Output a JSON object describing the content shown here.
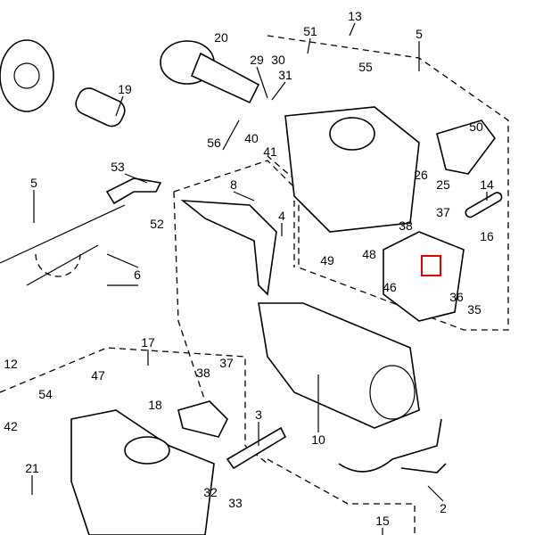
{
  "diagram": {
    "title_hidden": false,
    "highlight_color": "#e00000",
    "callouts": [
      {
        "id": "c13",
        "text": "13"
      },
      {
        "id": "c51",
        "text": "51"
      },
      {
        "id": "c5a",
        "text": "5"
      },
      {
        "id": "c20",
        "text": "20"
      },
      {
        "id": "c29",
        "text": "29"
      },
      {
        "id": "c30",
        "text": "30"
      },
      {
        "id": "c31",
        "text": "31"
      },
      {
        "id": "c55",
        "text": "55"
      },
      {
        "id": "c19",
        "text": "19"
      },
      {
        "id": "c56",
        "text": "56"
      },
      {
        "id": "c40",
        "text": "40"
      },
      {
        "id": "c41",
        "text": "41"
      },
      {
        "id": "c50",
        "text": "50"
      },
      {
        "id": "c53",
        "text": "53"
      },
      {
        "id": "c26",
        "text": "26"
      },
      {
        "id": "c25",
        "text": "25"
      },
      {
        "id": "c14",
        "text": "14"
      },
      {
        "id": "c5b",
        "text": "5"
      },
      {
        "id": "c8",
        "text": "8"
      },
      {
        "id": "c4",
        "text": "4"
      },
      {
        "id": "c37a",
        "text": "37"
      },
      {
        "id": "c52",
        "text": "52"
      },
      {
        "id": "c38a",
        "text": "38"
      },
      {
        "id": "c16",
        "text": "16"
      },
      {
        "id": "c48",
        "text": "48"
      },
      {
        "id": "c49",
        "text": "49"
      },
      {
        "id": "c46",
        "text": "46"
      },
      {
        "id": "c6",
        "text": "6"
      },
      {
        "id": "c36",
        "text": "36"
      },
      {
        "id": "c35",
        "text": "35"
      },
      {
        "id": "c12",
        "text": "12"
      },
      {
        "id": "c17",
        "text": "17"
      },
      {
        "id": "c47",
        "text": "47"
      },
      {
        "id": "c38b",
        "text": "38"
      },
      {
        "id": "c37b",
        "text": "37"
      },
      {
        "id": "c54",
        "text": "54"
      },
      {
        "id": "c18",
        "text": "18"
      },
      {
        "id": "c3",
        "text": "3"
      },
      {
        "id": "c42",
        "text": "42"
      },
      {
        "id": "c10",
        "text": "10"
      },
      {
        "id": "c21",
        "text": "21"
      },
      {
        "id": "c32",
        "text": "32"
      },
      {
        "id": "c33",
        "text": "33"
      },
      {
        "id": "c15",
        "text": "15"
      },
      {
        "id": "c2",
        "text": "2"
      }
    ]
  }
}
